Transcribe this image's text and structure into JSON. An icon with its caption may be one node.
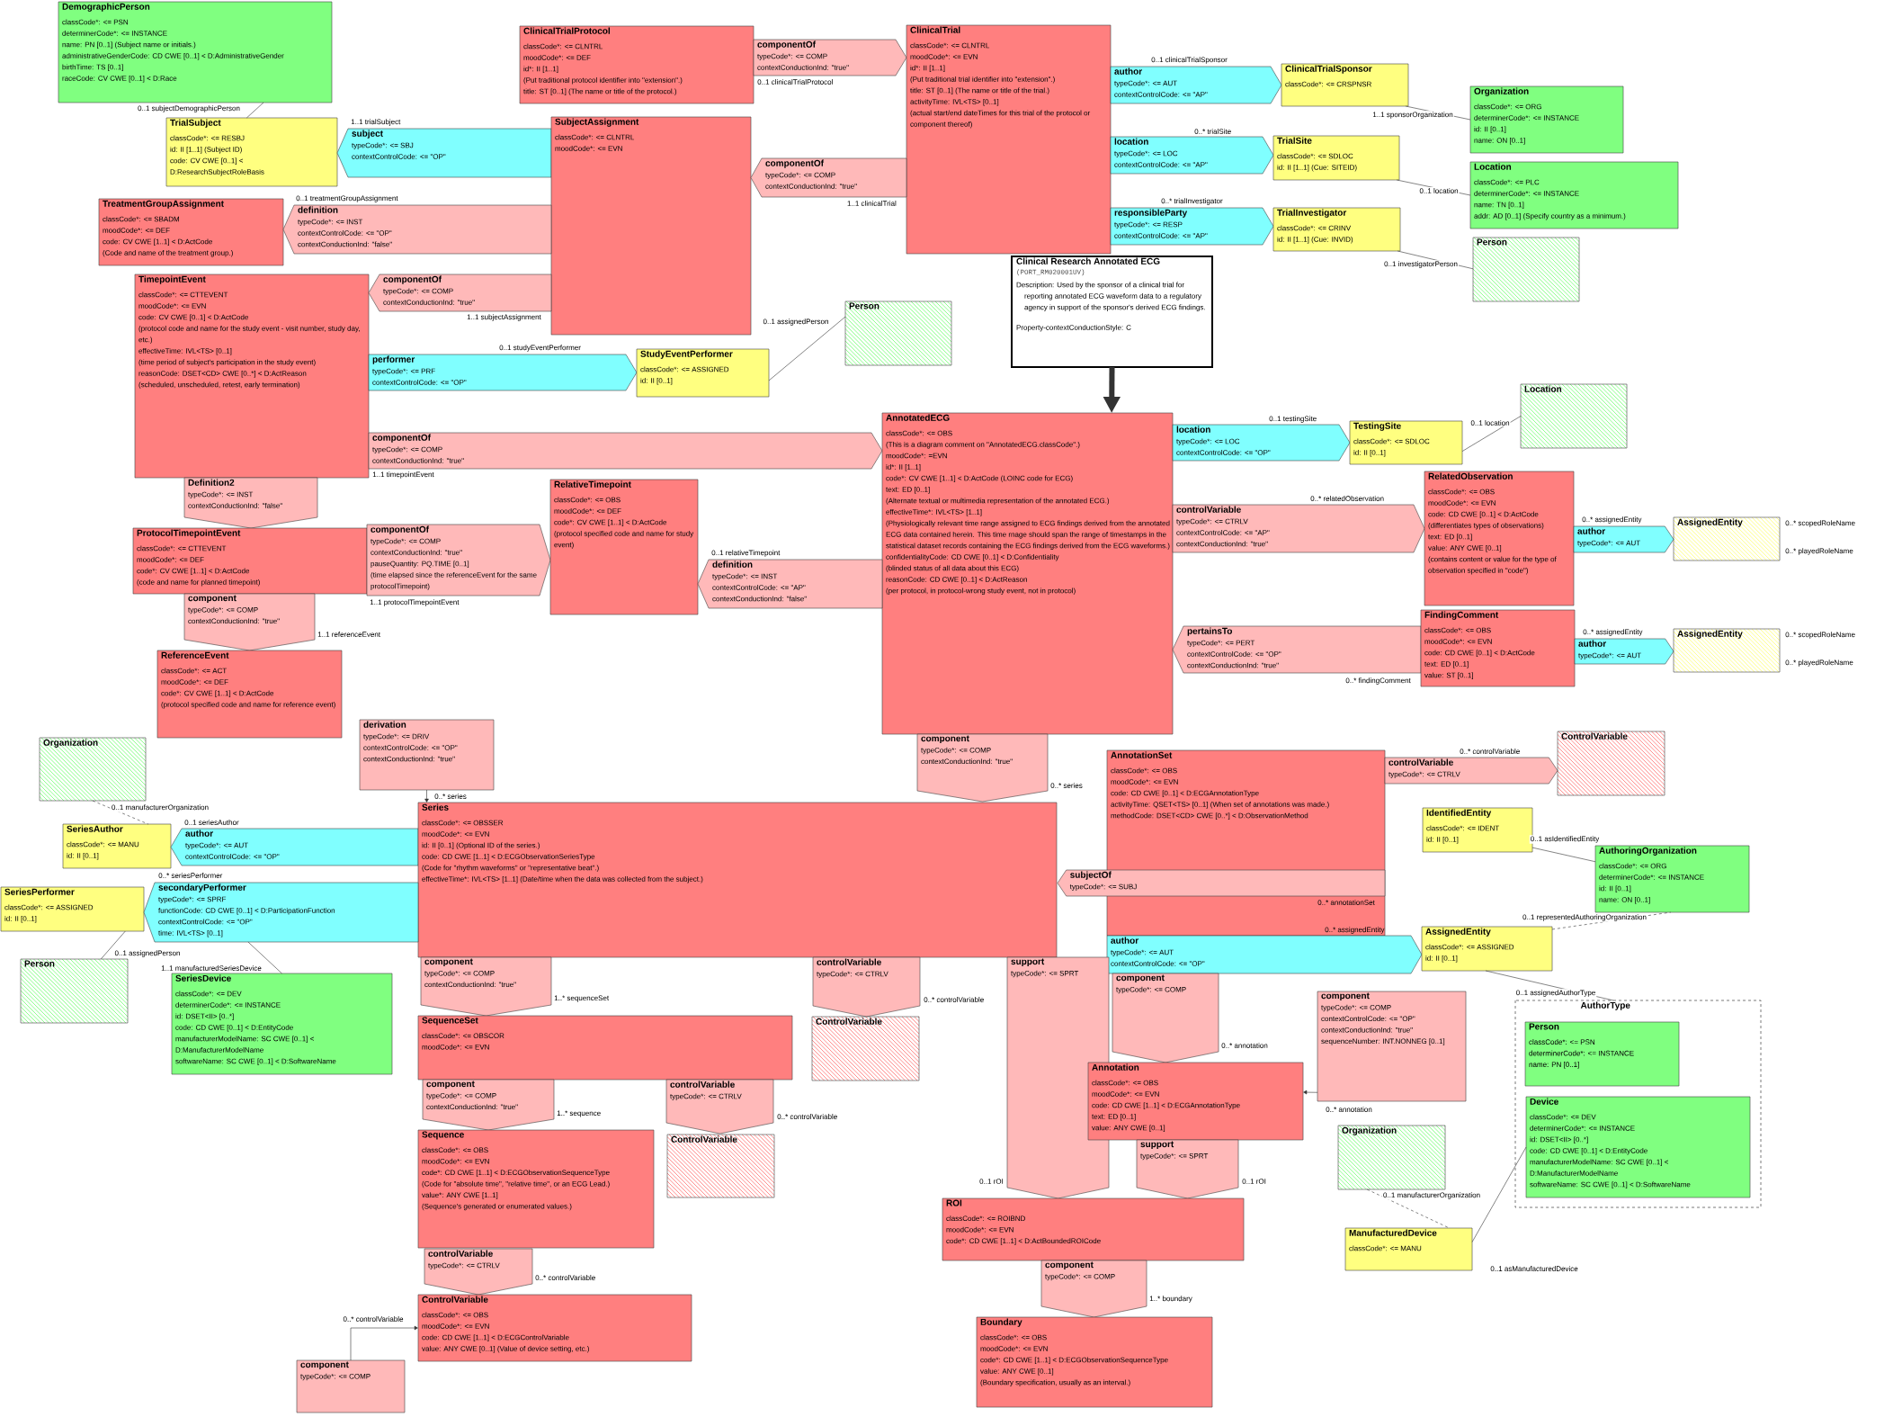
{
  "diagram": {
    "nodes": [
      {
        "text": [
          "DemographicPerson",
          "classCode*: <= PSN",
          "determinerCode*: <= INSTANCE",
          "name: PN [0..1] (Subject name or initials.)",
          "administrativeGenderCode: CD CWE [0..1] < D:AdministrativeGender",
          "birthTime: TS [0..1]",
          "raceCode: CV CWE [0..1] < D:Race"
        ]
      },
      {
        "text": [
          "TrialSubject",
          "classCode*: <= RESBJ",
          "id: II [1..1] (Subject ID)",
          "code: CV CWE [0..1] < D:ResearchSubjectRoleBasis"
        ]
      },
      {
        "text": [
          "ClinicalTrialProtocol",
          "classCode*: <= CLNTRL",
          "moodCode*: <= DEF",
          "id*: II [1..1]",
          "(Put traditional protocol identifier into \"extension\".)",
          "title: ST [0..1] (The name or title of the protocol.)"
        ]
      },
      {
        "text": [
          "componentOf",
          "typeCode*: <= COMP",
          "contextConductionInd: \"true\""
        ],
        "beside": [
          "0..1 clinicalTrialProtocol"
        ]
      },
      {
        "text": [
          "ClinicalTrial",
          "classCode*: <= CLNTRL",
          "moodCode*: <= EVN",
          "id*: II [1..1]",
          "(Put traditional trial identifier into \"extension\".)",
          "title: ST [0..1] (The name or title of the trial.)",
          "activityTime: IVL<TS> [0..1]",
          "(actual start/end dateTimes for this trial of the protocol or component thereof)"
        ]
      },
      {
        "text": [
          "subject",
          "typeCode*: <= SBJ",
          "contextControlCode: <= \"OP\""
        ],
        "beside": [
          "1..1 trialSubject"
        ]
      },
      {
        "text": [
          "SubjectAssignment",
          "classCode*: <= CLNTRL",
          "moodCode*: <= EVN"
        ]
      },
      {
        "text": [
          "componentOf",
          "typeCode*: <= COMP",
          "contextConductionInd: \"true\""
        ],
        "beside": [
          "1..1 clinicalTrial"
        ]
      },
      {
        "text": [
          "author",
          "typeCode*: <= AUT",
          "contextControlCode: <= \"AP\""
        ],
        "beside": [
          "0..1 clinicalTrialSponsor"
        ]
      },
      {
        "text": [
          "ClinicalTrialSponsor",
          "classCode*: <= CRSPNSR"
        ]
      },
      {
        "text": [
          "Organization",
          "classCode*: <= ORG",
          "determinerCode*: <= INSTANCE",
          "id: II [0..1]",
          "name: ON [0..1]"
        ]
      },
      {
        "text": [
          "location",
          "typeCode*: <= LOC",
          "contextControlCode: <= \"AP\""
        ],
        "beside": [
          "0..* trialSite"
        ]
      },
      {
        "text": [
          "TrialSite",
          "classCode*: <= SDLOC",
          "id: II [1..1] (Cue: SITEID)"
        ]
      },
      {
        "text": [
          "Location",
          "classCode*: <= PLC",
          "determinerCode*: <= INSTANCE",
          "name: TN [0..1]",
          "addr: AD [0..1] (Specify country as a minimum.)"
        ]
      },
      {
        "text": [
          "responsibleParty",
          "typeCode*: <= RESP",
          "contextControlCode: <= \"AP\""
        ],
        "beside": [
          "0..* trialInvestigator"
        ]
      },
      {
        "text": [
          "TrialInvestigator",
          "classCode*: <= CRINV",
          "id: II [1..1] (Cue: INVID)"
        ]
      },
      {
        "text": [
          "Person"
        ]
      },
      {
        "text": [
          "TreatmentGroupAssignment",
          "classCode*: <= SBADM",
          "moodCode*: <= DEF",
          "code: CV CWE [1..1] < D:ActCode",
          "(Code and name of the treatment group.)"
        ]
      },
      {
        "text": [
          "definition",
          "typeCode*: <= INST",
          "contextControlCode: <= \"OP\"",
          "contextConductionInd: \"false\""
        ],
        "beside": [
          "0..1 treatmentGroupAssignment"
        ]
      },
      {
        "text": [
          "TimepointEvent",
          "classCode*: <= CTTEVENT",
          "moodCode*: <= EVN",
          "code: CV CWE [0..1] < D:ActCode",
          "(protocol code and name for the study event - visit number, study day, etc.)",
          "effectiveTime: IVL<TS> [0..1]",
          "(time period of subject's participation in the study event)",
          "reasonCode: DSET<CD> CWE [0..*] < D:ActReason",
          "(scheduled, unscheduled, retest, early termination)"
        ]
      },
      {
        "text": [
          "componentOf",
          "typeCode*: <= COMP",
          "contextConductionInd: \"true\""
        ],
        "beside": [
          "1..1 subjectAssignment"
        ]
      },
      {
        "text": [
          "Clinical Research Annotated ECG",
          "(PORT_RM020001UV)",
          "Description: Used by the sponsor of a clinical trial for reporting annotated ECG waveform data to a regulatory agency in support of the sponsor's derived ECG findings.",
          "Property-contextConductionStyle: C"
        ]
      },
      {
        "text": [
          "performer",
          "typeCode*: <= PRF",
          "contextControlCode: <= \"OP\""
        ],
        "beside": [
          "0..1 studyEventPerformer"
        ]
      },
      {
        "text": [
          "StudyEventPerformer",
          "classCode*: <= ASSIGNED",
          "id: II [0..1]"
        ]
      },
      {
        "text": [
          "Person"
        ]
      },
      {
        "text": [
          "componentOf",
          "typeCode*: <= COMP",
          "contextConductionInd: \"true\""
        ],
        "beside": [
          "1..1 timepointEvent"
        ]
      },
      {
        "text": [
          "AnnotatedECG",
          "classCode*: <= OBS",
          "(This is a diagram comment on \"AnnotatedECG.classCode\".)",
          "moodCode*: =EVN",
          "id*: II [1..1]",
          "code*: CV CWE [1..1] < D:ActCode (LOINC code for ECG)",
          "text: ED [0..1]",
          "(Alternate textual or multimedia representation of the annotated ECG.)",
          "effectiveTime*: IVL<TS> [1..1]",
          "(Physiologically relevant time range assigned to ECG findings derived from the annotated ECG data contained herein. This time rnage should span the range of timestamps in the statistical dataset records containing the ECG findings derived from the ECG waveforms.)",
          "confidentialityCode: CD CWE [0..1] < D:Confidentiality",
          "(blinded status of all data about this ECG)",
          "reasonCode: CD CWE [0..1] < D:ActReason",
          "(per protocol, in protocol-wrong study event, not in protocol)"
        ]
      },
      {
        "text": [
          "location",
          "typeCode*: <= LOC",
          "contextControlCode: <= \"OP\""
        ],
        "beside": [
          "0..1 testingSite"
        ]
      },
      {
        "text": [
          "TestingSite",
          "classCode*: <= SDLOC",
          "id: II [0..1]"
        ]
      },
      {
        "text": [
          "Location"
        ]
      },
      {
        "text": [
          "Definition2",
          "typeCode*: <= INST",
          "contextConductionInd: \"false\""
        ]
      },
      {
        "text": [
          "ProtocolTimepointEvent",
          "classCode*: <= CTTEVENT",
          "moodCode*: <= DEF",
          "code*: CV CWE [1..1] < D:ActCode",
          "(code and name for planned timepoint)"
        ]
      },
      {
        "text": [
          "componentOf",
          "typeCode*: <= COMP",
          "contextConductionInd: \"true\"",
          "pauseQuantity: PQ.TIME [0..1]",
          "(time elapsed since the referenceEvent for the same protocolTimepoint)"
        ],
        "beside": [
          "1..1 protocolTimepointEvent"
        ]
      },
      {
        "text": [
          "RelativeTimepoint",
          "classCode*: <= OBS",
          "moodCode*: <= DEF",
          "code*: CV CWE [1..1] < D:ActCode",
          "(protocol specified code and name for study event)"
        ]
      },
      {
        "text": [
          "definition",
          "typeCode*: <= INST",
          "contextControlCode: <= \"AP\"",
          "contextConductionInd: \"false\""
        ],
        "beside": [
          "0..1 relativeTimepoint"
        ]
      },
      {
        "text": [
          "controlVariable",
          "typeCode*: <= CTRLV",
          "contextControlCode: <= \"AP\"",
          "contextConductionInd: \"true\""
        ],
        "beside": [
          "0..* relatedObservation"
        ]
      },
      {
        "text": [
          "RelatedObservation",
          "classCode*: <= OBS",
          "moodCode*: <= EVN",
          "code: CD CWE [0..1] < D:ActCode",
          "(differentiates types of observations)",
          "text: ED [0..1]",
          "value: ANY CWE [0..1]",
          "(contains content or value for the type of observation specified in \"code\")"
        ]
      },
      {
        "text": [
          "author",
          "typeCode*: <= AUT"
        ],
        "beside": [
          "0..* assignedEntity"
        ]
      },
      {
        "text": [
          "AssignedEntity"
        ],
        "beside": [
          "0..* scopedRoleName",
          "0..* playedRoleName"
        ]
      },
      {
        "text": [
          "component",
          "typeCode*: <= COMP",
          "contextConductionInd: \"true\""
        ],
        "beside": [
          "1..1 referenceEvent"
        ]
      },
      {
        "text": [
          "ReferenceEvent",
          "classCode*: <= ACT",
          "moodCode*: <= DEF",
          "code*: CV CWE [1..1] < D:ActCode",
          "(protocol specified code and name for reference event)"
        ]
      },
      {
        "text": [
          "pertainsTo",
          "typeCode*: <= PERT",
          "contextControlCode: <= \"OP\"",
          "contextConductionInd: \"true\""
        ],
        "beside": [
          "0..* findingComment"
        ]
      },
      {
        "text": [
          "FindingComment",
          "classCode*: <= OBS",
          "moodCode*: <= EVN",
          "code: CD CWE [0..1] < D:ActCode",
          "text: ED [0..1]",
          "value: ST [0..1]"
        ]
      },
      {
        "text": [
          "author",
          "typeCode*: <= AUT"
        ],
        "beside": [
          "0..* assignedEntity"
        ]
      },
      {
        "text": [
          "AssignedEntity"
        ],
        "beside": [
          "0..* scopedRoleName",
          "0..* playedRoleName"
        ]
      },
      {
        "text": [
          "Organization"
        ]
      },
      {
        "text": [
          "derivation",
          "typeCode*: <= DRIV",
          "contextControlCode: <= \"OP\"",
          "contextConductionInd: \"true\""
        ]
      },
      {
        "text": [
          "component",
          "typeCode*: <= COMP",
          "contextConductionInd: \"true\""
        ],
        "beside": [
          "0..* series"
        ]
      },
      {
        "text": [
          "AnnotationSet",
          "classCode*: <= OBS",
          "moodCode*: <= EVN",
          "code: CD CWE [0..1] < D:ECGAnnotationType",
          "activityTime: QSET<TS> [0..1] (When set of annotations was made.)",
          "methodCode: DSET<CD> CWE [0..*] < D:ObservationMethod"
        ]
      },
      {
        "text": [
          "controlVariable",
          "typeCode*: <= CTRLV"
        ],
        "beside": [
          "0..* controlVariable"
        ]
      },
      {
        "text": [
          "ControlVariable"
        ]
      },
      {
        "text": [
          "SeriesAuthor",
          "classCode*: <= MANU",
          "id: II [0..1]"
        ]
      },
      {
        "text": [
          "author",
          "typeCode*: <= AUT",
          "contextControlCode: <= \"OP\""
        ],
        "beside": [
          "0..1 seriesAuthor"
        ]
      },
      {
        "text": [
          "Series",
          "classCode*: <= OBSSER",
          "moodCode*: <= EVN",
          "id: II [0..1] (Optional ID of the series.)",
          "code: CD CWE [1..1] < D:ECGObservationSeriesType",
          "(Code for \"rhythm waveforms\" or \"representative beat\".)",
          "effectiveTime*: IVL<TS> [1..1] (Date/time when the data was collected from the subject.)"
        ]
      },
      {
        "text": [
          "subjectOf",
          "typeCode*: <= SUBJ"
        ],
        "beside": [
          "0..* annotationSet"
        ]
      },
      {
        "text": [
          "IdentifiedEntity",
          "classCode*: <= IDENT",
          "id: II [0..1]"
        ]
      },
      {
        "text": [
          "AuthoringOrganization",
          "classCode*: <= ORG",
          "determinerCode*: <= INSTANCE",
          "id: II [0..1]",
          "name: ON [0..1]"
        ]
      },
      {
        "text": [
          "SeriesPerformer",
          "classCode*: <= ASSIGNED",
          "id: II [0..1]"
        ]
      },
      {
        "text": [
          "secondaryPerformer",
          "typeCode*: <= SPRF",
          "functionCode: CD CWE [0..1] < D:ParticipationFunction",
          "contextControlCode: <= \"OP\"",
          "time: IVL<TS> [0..1]"
        ],
        "beside": [
          "0..* seriesPerformer"
        ]
      },
      {
        "text": [
          "author",
          "typeCode*: <= AUT",
          "contextControlCode: <= \"OP\""
        ],
        "beside": [
          "0..* assignedEntity"
        ]
      },
      {
        "text": [
          "AssignedEntity",
          "classCode*: <= ASSIGNED",
          "id: II [0..1]"
        ]
      },
      {
        "text": [
          "Person"
        ]
      },
      {
        "text": [
          "SeriesDevice",
          "classCode*: <= DEV",
          "determinerCode*: <= INSTANCE",
          "id: DSET<II> [0..*]",
          "code: CD CWE [0..1] < D:EntityCode",
          "manufacturerModelName: SC CWE [0..1] < D:ManufacturerModelName",
          "softwareName: SC CWE [0..1] < D:SoftwareName"
        ]
      },
      {
        "text": [
          "component",
          "typeCode*: <= COMP",
          "contextConductionInd: \"true\""
        ],
        "beside": [
          "1..* sequenceSet"
        ]
      },
      {
        "text": [
          "controlVariable",
          "typeCode*: <= CTRLV"
        ],
        "beside": [
          "0..* controlVariable"
        ]
      },
      {
        "text": [
          "support",
          "typeCode*: <= SPRT"
        ],
        "beside": [
          "0..1 rOI"
        ]
      },
      {
        "text": [
          "AuthorType"
        ]
      },
      {
        "text": [
          "Person",
          "classCode*: <= PSN",
          "determinerCode*: <= INSTANCE",
          "name: PN [0..1]"
        ],
        "in": 66
      },
      {
        "text": [
          "Device",
          "classCode*: <= DEV",
          "determinerCode*: <= INSTANCE",
          "id: DSET<II> [0..*]",
          "code: CD CWE [0..1] < D:EntityCode",
          "manufacturerModelName: SC CWE [0..1] < D:ManufacturerModelName",
          "softwareName: SC CWE [0..1] < D:SoftwareName"
        ],
        "in": 66
      },
      {
        "text": [
          "component",
          "typeCode*: <= COMP"
        ],
        "beside": [
          "0..* annotation"
        ]
      },
      {
        "text": [
          "component",
          "typeCode*: <= COMP",
          "contextControlCode: <= \"OP\"",
          "contextConductionInd: \"true\"",
          "sequenceNumber: INT.NONNEG [0..1]"
        ]
      },
      {
        "text": [
          "SequenceSet",
          "classCode*: <= OBSCOR",
          "moodCode*: <= EVN"
        ]
      },
      {
        "text": [
          "ControlVariable"
        ]
      },
      {
        "text": [
          "Annotation",
          "classCode*: <= OBS",
          "moodCode*: <= EVN",
          "code: CD CWE [1..1] < D:ECGAnnotationType",
          "text: ED [0..1]",
          "value: ANY CWE [0..1]"
        ]
      },
      {
        "text": [
          "component",
          "typeCode*: <= COMP",
          "contextConductionInd: \"true\""
        ],
        "beside": [
          "1..* sequence"
        ]
      },
      {
        "text": [
          "controlVariable",
          "typeCode*: <= CTRLV"
        ],
        "beside": [
          "0..* controlVariable"
        ]
      },
      {
        "text": [
          "ControlVariable"
        ]
      },
      {
        "text": [
          "Sequence",
          "classCode*: <= OBS",
          "moodCode*: <= EVN",
          "code*: CD CWE [1..1] < D:ECGObservationSequenceType",
          "(Code for \"absolute time\", \"relative time\", or an ECG Lead.)",
          "value*: ANY CWE [1..1]",
          "(Sequence's generated or enumerated values.)"
        ]
      },
      {
        "text": [
          "Organization"
        ]
      },
      {
        "text": [
          "support",
          "typeCode*: <= SPRT"
        ],
        "beside": [
          "0..1 rOI"
        ]
      },
      {
        "text": [
          "ManufacturedDevice",
          "classCode*: <= MANU"
        ]
      },
      {
        "text": [
          "ROI",
          "classCode*: <= ROIBND",
          "moodCode*: <= EVN",
          "code*: CD CWE [1..1] < D:ActBoundedROICode"
        ]
      },
      {
        "text": [
          "controlVariable",
          "typeCode*: <= CTRLV"
        ],
        "beside": [
          "0..* controlVariable"
        ]
      },
      {
        "text": [
          "ControlVariable",
          "classCode*: <= OBS",
          "moodCode*: <= EVN",
          "code: CD CWE [1..1] < D:ECGControlVariable",
          "value: ANY CWE [0..1] (Value of device setting, etc.)"
        ]
      },
      {
        "text": [
          "component",
          "typeCode*: <= COMP"
        ]
      },
      {
        "text": [
          "component",
          "typeCode*: <= COMP"
        ],
        "beside": [
          "1..* boundary"
        ]
      },
      {
        "text": [
          "Boundary",
          "classCode*: <= OBS",
          "moodCode*: <= EVN",
          "code*: CD CWE [1..1] < D:ECGObservationSequenceType",
          "value: ANY CWE [0..1]",
          "(Boundary specification, usually as an interval.)"
        ]
      }
    ],
    "edges": [
      {
        "from": 0,
        "to": 1,
        "arrow": "none",
        "label": "0..1 subjectDemographicPerson"
      },
      {
        "from": 9,
        "to": 10,
        "arrow": "none",
        "label": "1..1 sponsorOrganization"
      },
      {
        "from": 12,
        "to": 13,
        "arrow": "none",
        "label": "0..1 location"
      },
      {
        "from": 15,
        "to": 16,
        "arrow": "none",
        "label": "0..1 investigatorPerson"
      },
      {
        "from": 21,
        "to": 26,
        "arrow": "to",
        "style": "thick"
      },
      {
        "from": 23,
        "to": 24,
        "arrow": "none",
        "label": "0..1 assignedPerson"
      },
      {
        "from": 28,
        "to": 29,
        "arrow": "none",
        "label": "0..1 location"
      },
      {
        "from": 45,
        "to": 51,
        "arrow": "none",
        "style": "dashed",
        "label": "0..1 manufacturerOrganization"
      },
      {
        "from": 57,
        "to": 61,
        "arrow": "none",
        "label": "0..1 assignedPerson"
      },
      {
        "from": 58,
        "to": 62,
        "arrow": "none",
        "label": "1..1 manufacturedSeriesDevice"
      },
      {
        "from": 46,
        "to": 53,
        "arrow": "to",
        "label": "0..* series"
      },
      {
        "from": 55,
        "to": 56,
        "arrow": "none",
        "label": "0..1 asIdentifiedEntity"
      },
      {
        "from": 60,
        "to": 56,
        "arrow": "none",
        "style": "dashed",
        "label": "0..1 representedAuthoringOrganization"
      },
      {
        "from": 60,
        "to": 66,
        "arrow": "none",
        "label": "0..1 assignedAuthorType"
      },
      {
        "from": 70,
        "to": 73,
        "arrow": "to",
        "label": "0..* annotation"
      },
      {
        "from": 84,
        "to": 83,
        "arrow": "to",
        "label": "0..* controlVariable"
      },
      {
        "from": 78,
        "to": 80,
        "arrow": "none",
        "style": "dashed",
        "label": "0..1 manufacturerOrganization"
      },
      {
        "from": 80,
        "to": 68,
        "arrow": "none",
        "label": "0..1 asManufacturedDevice"
      }
    ]
  }
}
